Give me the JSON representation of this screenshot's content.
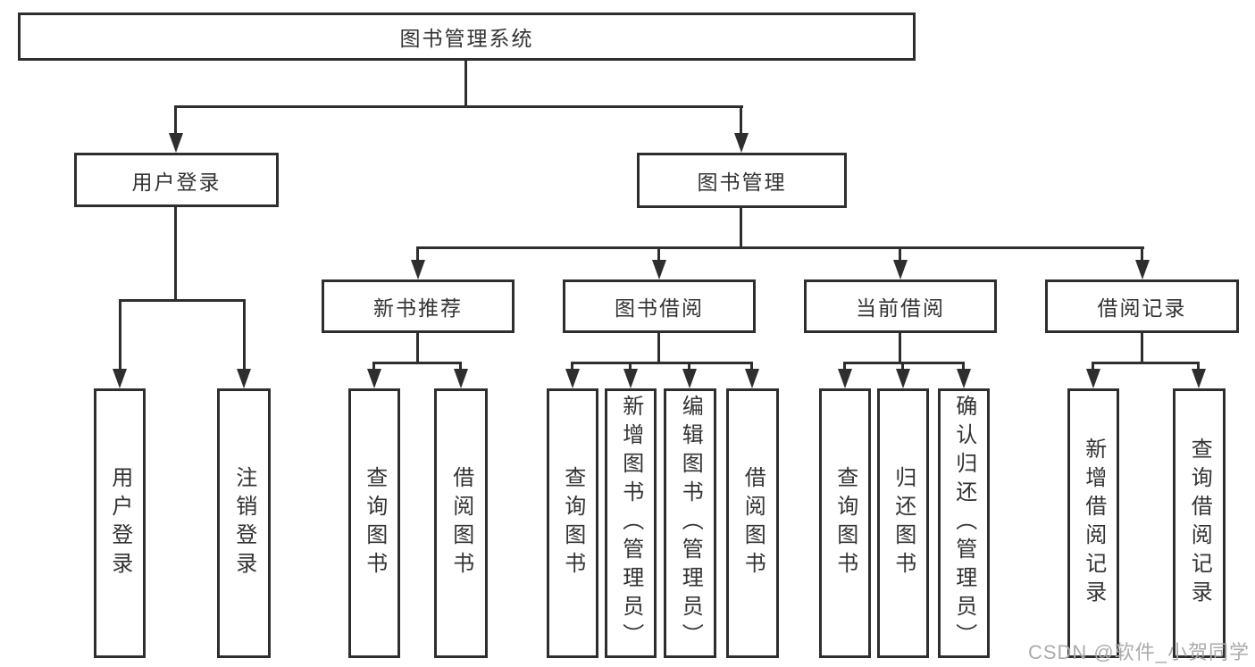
{
  "colors": {
    "line": "#2e2e2e",
    "text": "#333333",
    "watermark": "#ababab",
    "bg": "#ffffff"
  },
  "tree": {
    "root": "图书管理系统",
    "children": [
      {
        "label": "用户登录",
        "children": [
          {
            "label": "用户登录"
          },
          {
            "label": "注销登录"
          }
        ]
      },
      {
        "label": "图书管理",
        "children": [
          {
            "label": "新书推荐",
            "children": [
              {
                "label": "查询图书"
              },
              {
                "label": "借阅图书"
              }
            ]
          },
          {
            "label": "图书借阅",
            "children": [
              {
                "label": "查询图书"
              },
              {
                "label": "新增图书（管理员）"
              },
              {
                "label": "编辑图书（管理员）"
              },
              {
                "label": "借阅图书"
              }
            ]
          },
          {
            "label": "当前借阅",
            "children": [
              {
                "label": "查询图书"
              },
              {
                "label": "归还图书"
              },
              {
                "label": "确认归还（管理员）"
              }
            ]
          },
          {
            "label": "借阅记录",
            "children": [
              {
                "label": "新增借阅记录"
              },
              {
                "label": "查询借阅记录"
              }
            ]
          }
        ]
      }
    ]
  },
  "watermark": {
    "text": "CSDN @软件_小贺同学"
  }
}
